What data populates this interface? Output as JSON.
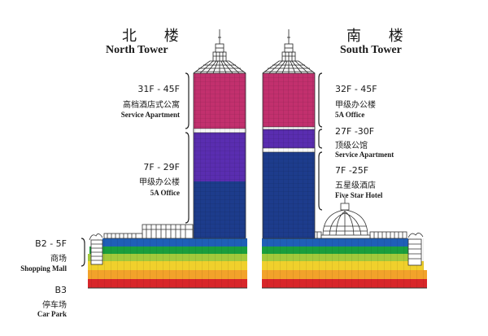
{
  "north": {
    "title_cn": "北 楼",
    "title_en": "North Tower",
    "upper": {
      "floors": "31F - 45F",
      "cn": "高档酒店式公寓",
      "en": "Service Apartment"
    },
    "middle": {
      "floors": "7F - 29F",
      "cn": "甲级办公楼",
      "en": "5A Office"
    }
  },
  "south": {
    "title_cn": "南 楼",
    "title_en": "South Tower",
    "upper": {
      "floors": "32F - 45F",
      "cn": "甲级办公楼",
      "en": "5A Office"
    },
    "middle": {
      "floors": "27F -30F",
      "cn": "顶级公馆",
      "en": "Service Apartment"
    },
    "lower": {
      "floors": "7F -25F",
      "cn": "五星级酒店",
      "en": "Five Star Hotel"
    }
  },
  "base": {
    "mall": {
      "floors": "B2 - 5F",
      "cn": "商场",
      "en": "Shopping Mall"
    },
    "parking": {
      "floors": "B3",
      "cn": "停车场",
      "en": "Car Park"
    }
  },
  "colors": {
    "magenta": "#c2306e",
    "purple": "#5a2db0",
    "navy": "#1d3c8c",
    "blue": "#1f5fb7",
    "green": "#1a9e3c",
    "lime": "#a2c93b",
    "yellow": "#f0d02c",
    "orange": "#f2a22a",
    "red": "#d8262a"
  }
}
